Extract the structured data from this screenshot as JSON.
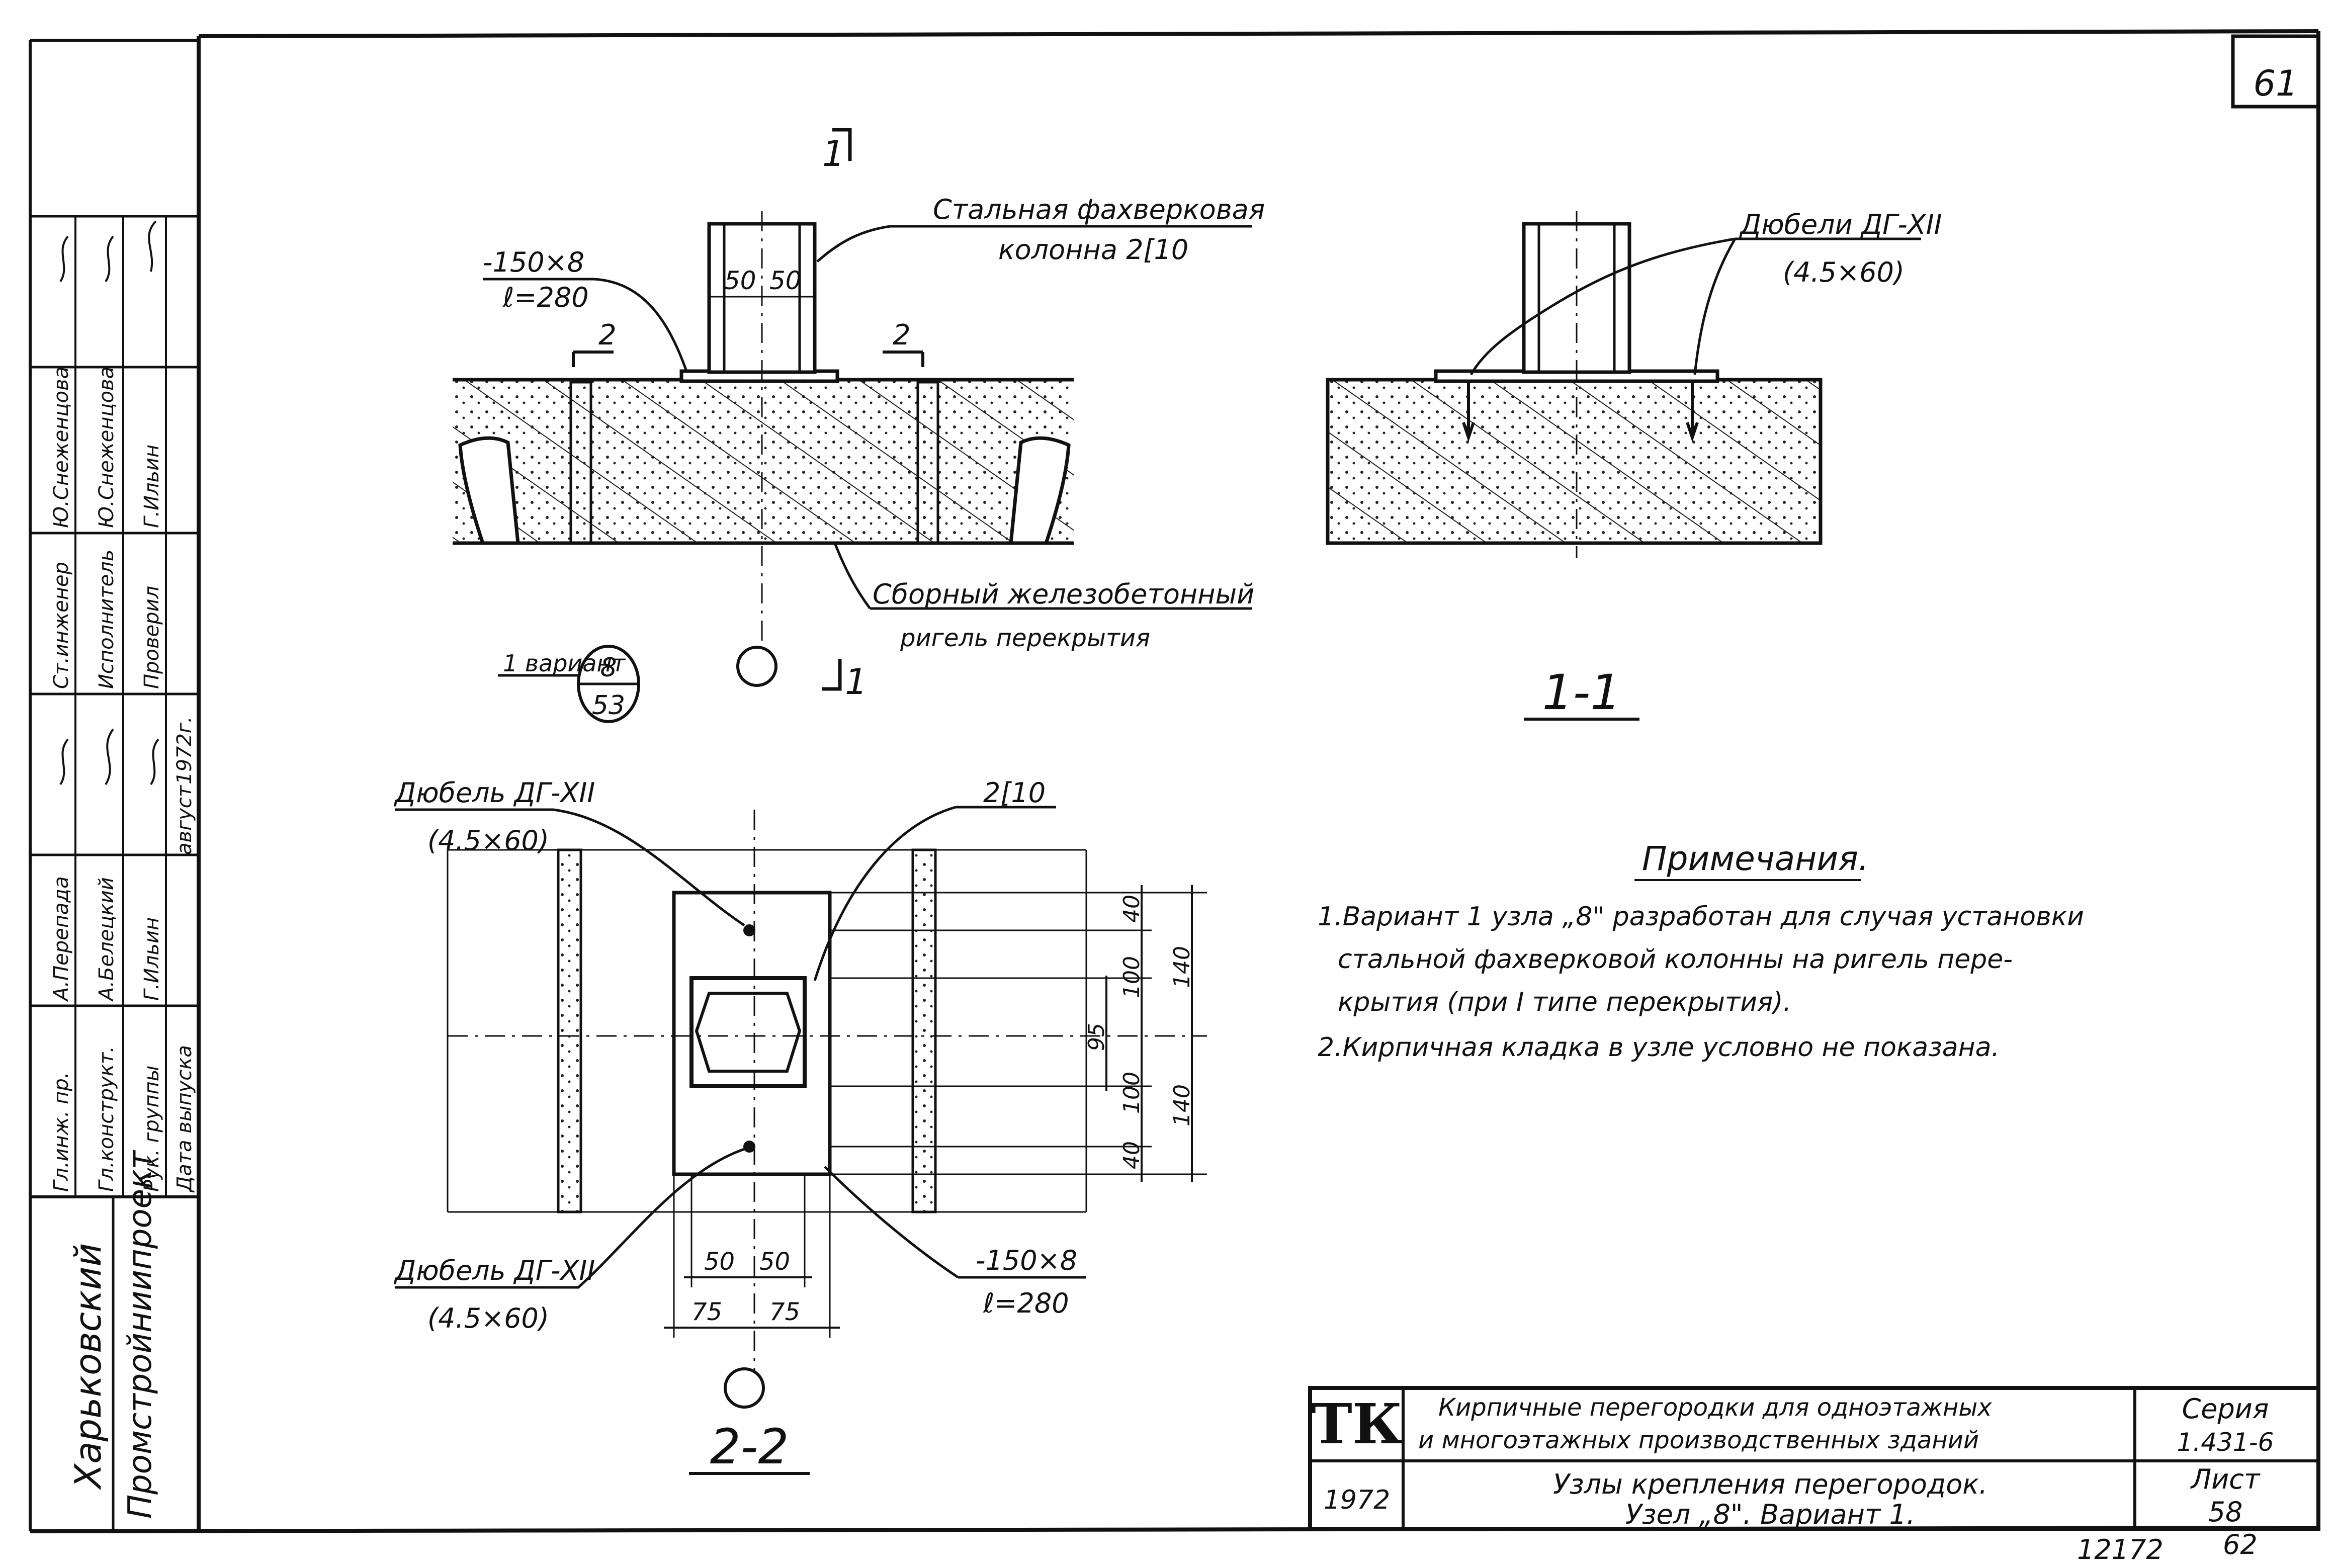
{
  "sheet": {
    "page_number": "61",
    "archive_number": "12172",
    "archive_page": "62"
  },
  "side_stamp": {
    "institute_line1": "Харьковский",
    "institute_line2": "Промстройниипроект",
    "roles": [
      "Ст.инженер",
      "Исполнитель",
      "Проверил",
      "Гл.инж. пр.",
      "Гл.конструкт.",
      "Рук. группы",
      "Дата выпуска"
    ],
    "names": [
      "Ю.Снеженцова",
      "Ю.Снеженцова",
      "Г.Ильин",
      "А.Перепада",
      "А.Белецкий",
      "Г.Ильин",
      "август"
    ],
    "date": "1972г."
  },
  "view_elevation": {
    "cut_mark_top": "1",
    "cut_mark_bottom": "1",
    "plate_label": "-150×8",
    "plate_length": "ℓ=280",
    "column_label_line1": "Стальная фахверковая",
    "column_label_line2": "колонна 2[10",
    "dim_left": "50",
    "dim_right": "50",
    "section_mark_left": "2",
    "section_mark_right": "2",
    "beam_label_line1": "Сборный железобетонный",
    "beam_label_line2": "ригель перекрытия",
    "variant_label": "1 вариант",
    "node_top": "8",
    "node_bottom": "53"
  },
  "view_section_1_1": {
    "dowels_line1": "Дюбели ДГ-XII",
    "dowels_line2": "(4.5×60)",
    "title": "1-1"
  },
  "view_section_2_2": {
    "dowel_top_line1": "Дюбель ДГ-XII",
    "dowel_top_line2": "(4.5×60)",
    "channel_label": "2[10",
    "dowel_bottom_line1": "Дюбель ДГ-XII",
    "dowel_bottom_line2": "(4.5×60)",
    "plate_label": "-150×8",
    "plate_length": "ℓ=280",
    "dims_right": [
      "40",
      "100",
      "100",
      "40"
    ],
    "dims_right_outer": [
      "140",
      "140"
    ],
    "dim_center": "95",
    "dims_bottom_inner": [
      "50",
      "50"
    ],
    "dims_bottom_outer": [
      "75",
      "75"
    ],
    "title": "2-2"
  },
  "notes": {
    "heading": "Примечания.",
    "line1": "1.Вариант 1 узла „8\" разработан для случая установки",
    "line2": "стальной фахверковой колонны на ригель пере-",
    "line3": "крытия (при I типе перекрытия).",
    "line4": "2.Кирпичная кладка в узле условно не показана."
  },
  "title_block": {
    "logo": "ТК",
    "year": "1972",
    "series_title_line1": "Кирпичные перегородки для одноэтажных",
    "series_title_line2": "и многоэтажных производственных зданий",
    "sheet_title_line1": "Узлы крепления перегородок.",
    "sheet_title_line2": "Узел „8\". Вариант 1.",
    "series_label": "Серия",
    "series_value": "1.431-6",
    "sheet_label": "Лист",
    "sheet_value": "58"
  }
}
